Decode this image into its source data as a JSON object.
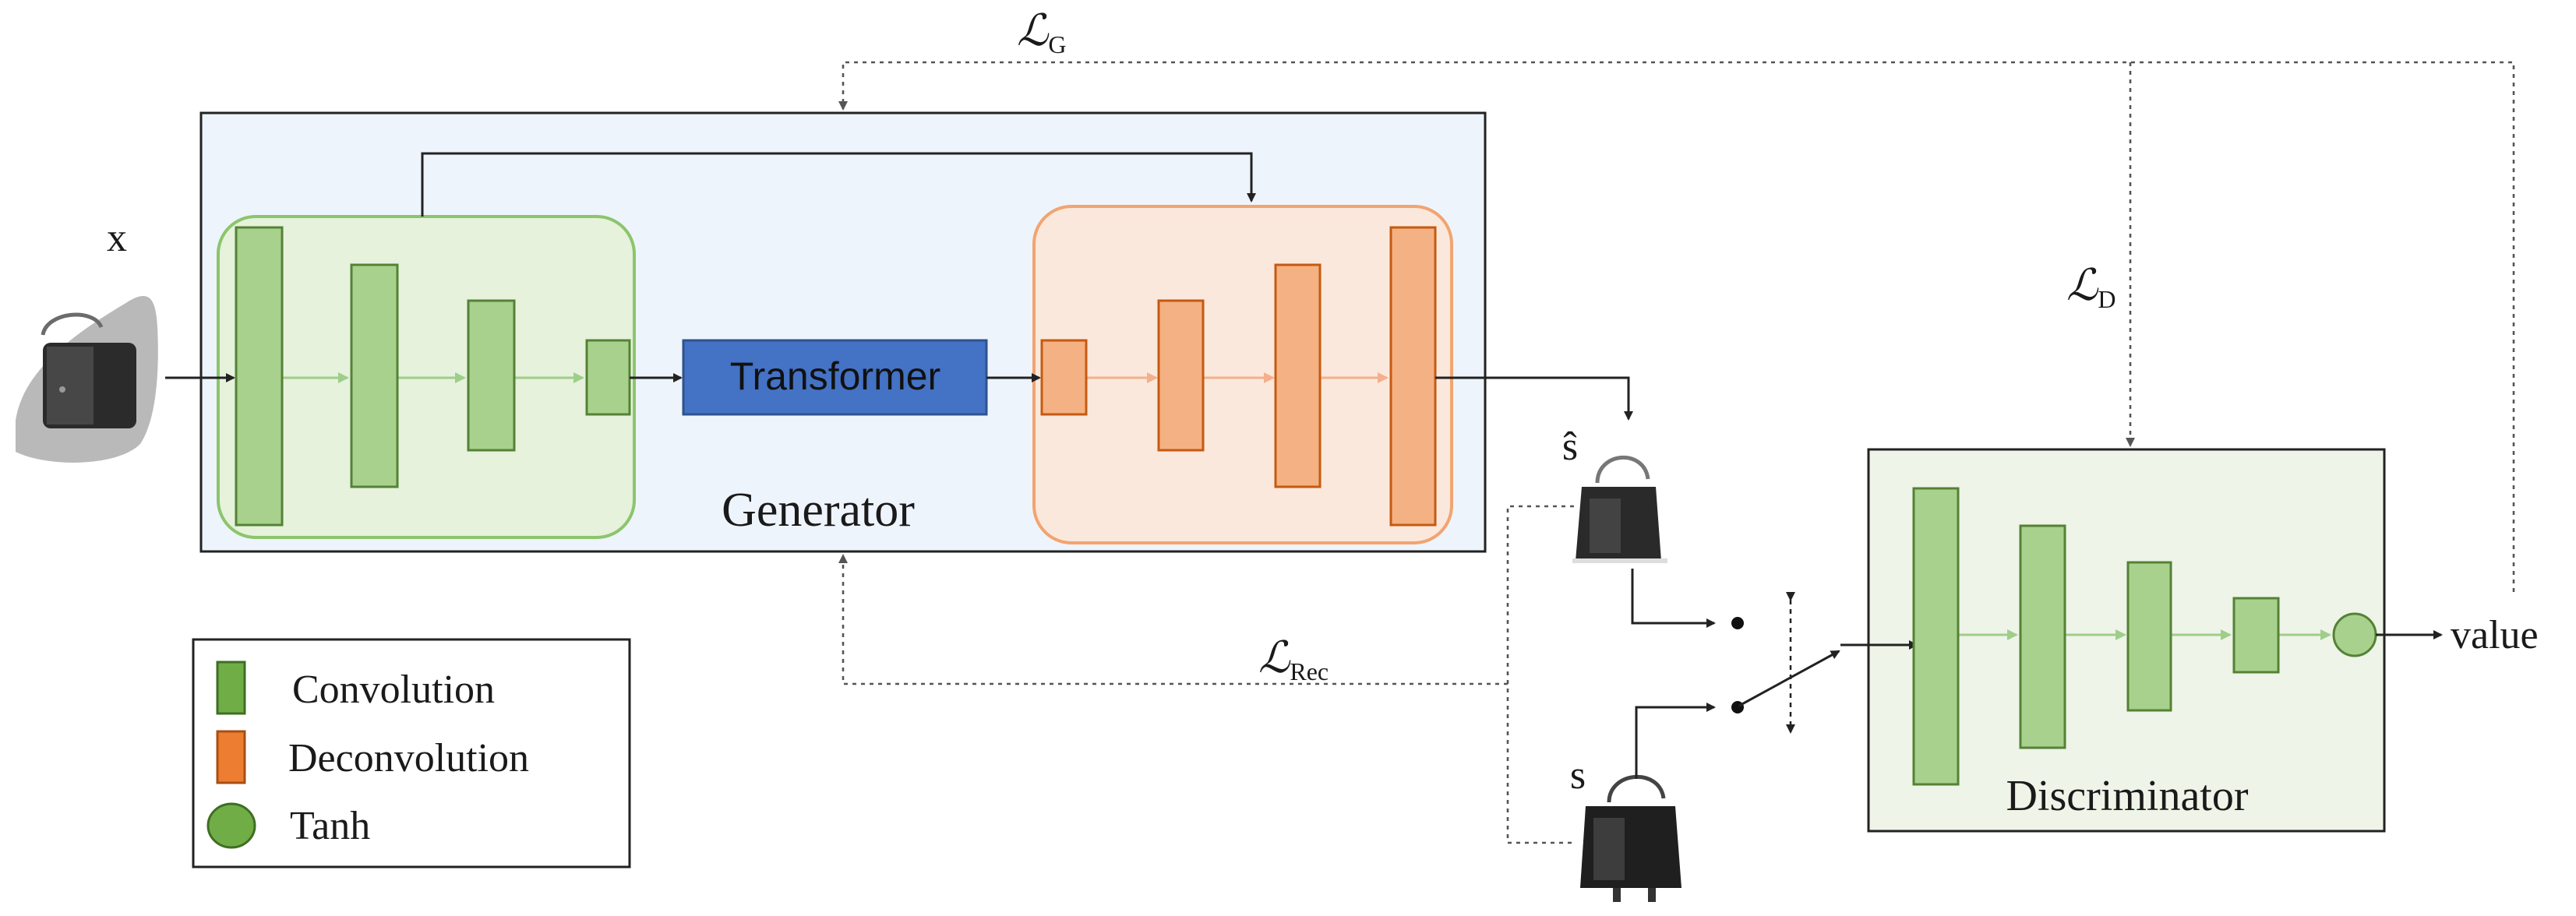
{
  "labels": {
    "input": "x",
    "generated": "ŝ",
    "real": "s",
    "output": "value",
    "generator": "Generator",
    "discriminator": "Discriminator",
    "transformer": "Transformer"
  },
  "losses": {
    "generator": {
      "symbol": "ℒ",
      "sub": "G"
    },
    "discriminator": {
      "symbol": "ℒ",
      "sub": "D"
    },
    "reconstruction": {
      "symbol": "ℒ",
      "sub": "Rec"
    }
  },
  "legend": {
    "convolution": "Convolution",
    "deconvolution": "Deconvolution",
    "tanh": "Tanh"
  },
  "colors": {
    "convolution": "#a9d18e",
    "convolution_border": "#548235",
    "deconvolution": "#f4b183",
    "deconvolution_border": "#c55a11",
    "transformer": "#4472c4",
    "generator_bg": "#eef4fb",
    "discriminator_bg": "#eef4e8",
    "encoder_bg": "#e6f2dc",
    "decoder_bg": "#fbe8dc"
  }
}
